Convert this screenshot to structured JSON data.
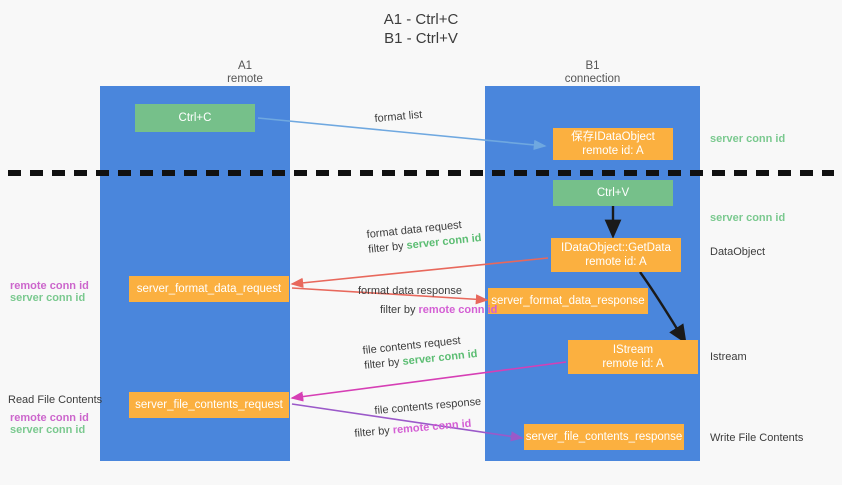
{
  "title": "A1 - Ctrl+C\nB1 - Ctrl+V",
  "columns": [
    {
      "name": "A1",
      "role": "remote",
      "label": "A1\nremote"
    },
    {
      "name": "B1",
      "role": "connection",
      "label": "B1\nconnection"
    }
  ],
  "colors": {
    "lane": "#4a86dc",
    "green_box": "#76c08a",
    "orange_box": "#fbb040",
    "server_conn_id": "#5bbd72",
    "remote_conn_id": "#cc66cc",
    "arrow_blue": "#6fa8e0",
    "arrow_red": "#e8685c",
    "arrow_magenta": "#d63fb5",
    "arrow_purple": "#9b59c9",
    "arrow_black": "#1a1a1a",
    "background": "#f8f8f8"
  },
  "boxes": {
    "ctrl_c": "Ctrl+C",
    "save_idataobject": "保存IDataObject\nremote id: A",
    "ctrl_v": "Ctrl+V",
    "idataobject_getdata": "IDataObject::GetData\nremote id: A",
    "server_format_data_request": "server_format_data_request",
    "server_format_data_response": "server_format_data_response",
    "istream": "IStream\nremote id: A",
    "server_file_contents_request": "server_file_contents_request",
    "server_file_contents_response": "server_file_contents_response"
  },
  "edge_labels": {
    "format_list": "format list",
    "format_data_request": "format data request",
    "format_data_request_filter_prefix": "filter by ",
    "format_data_request_filter_key": "server conn id",
    "format_data_response": "format data response",
    "format_data_response_filter_prefix": "filter by ",
    "format_data_response_filter_key": "remote conn id",
    "file_contents_request": "file contents request",
    "file_contents_request_filter_prefix": "filter by ",
    "file_contents_request_filter_key": "server conn id",
    "file_contents_response": "file contents response",
    "file_contents_response_filter_prefix": "filter by ",
    "file_contents_response_filter_key": "remote conn id"
  },
  "annotations": {
    "right_server_conn_id_top": "server conn id",
    "right_server_conn_id_mid": "server conn id",
    "dataobject": "DataObject",
    "istream": "Istream",
    "write_file_contents": "Write File Contents",
    "read_file_contents": "Read File Contents",
    "left_remote_conn_id_1": "remote conn id",
    "left_server_conn_id_1": "server conn id",
    "left_remote_conn_id_2": "remote conn id",
    "left_server_conn_id_2": "server conn id"
  }
}
